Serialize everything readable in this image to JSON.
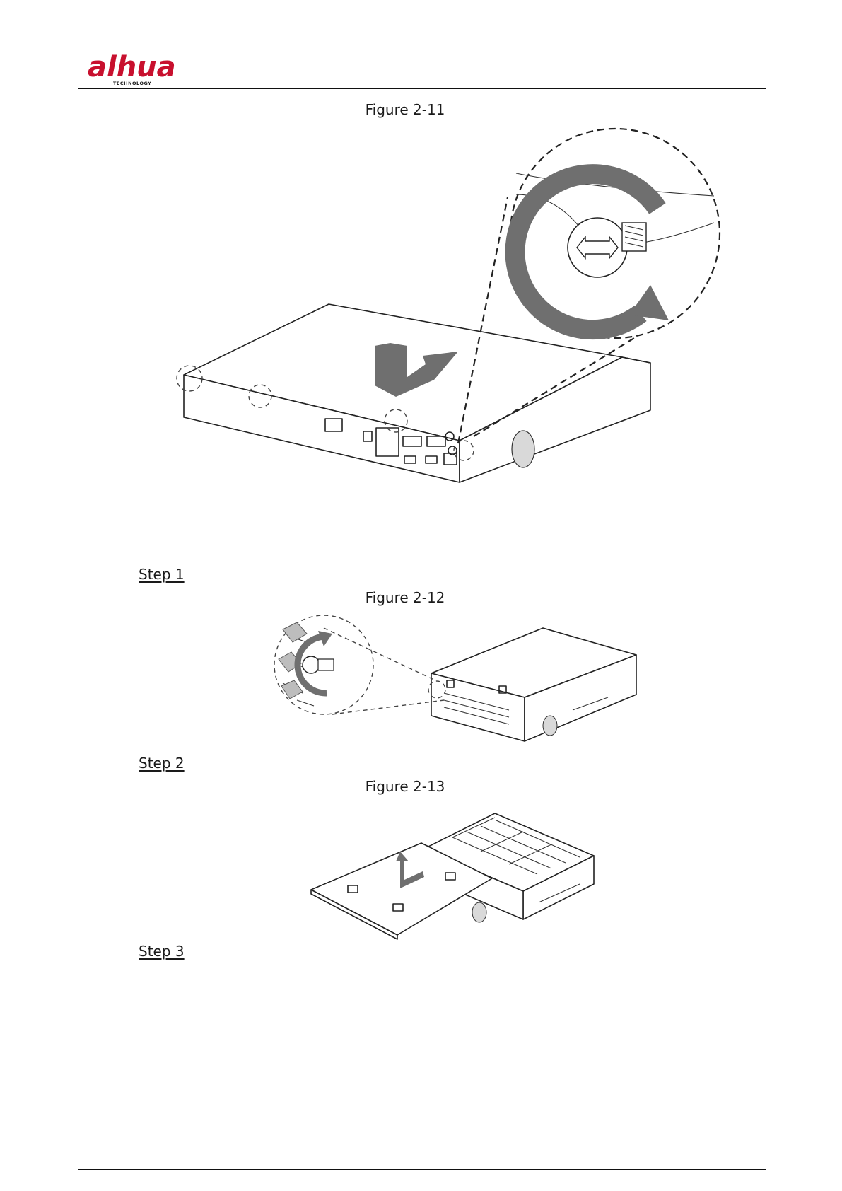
{
  "header": {
    "logo_text": "alhua",
    "logo_subtext": "TECHNOLOGY"
  },
  "figures": [
    {
      "caption": "Figure 2-11",
      "icon": "nvr-rear-screw-removal-illustration"
    },
    {
      "caption": "Figure 2-12",
      "icon": "nvr-side-screw-removal-illustration"
    },
    {
      "caption": "Figure 2-13",
      "icon": "nvr-cover-lift-illustration"
    }
  ],
  "steps": [
    {
      "label": "Step 1"
    },
    {
      "label": "Step 2"
    },
    {
      "label": "Step 3"
    }
  ],
  "colors": {
    "brand": "#c8102e",
    "text": "#111111",
    "arrow": "#6f6f6f"
  }
}
